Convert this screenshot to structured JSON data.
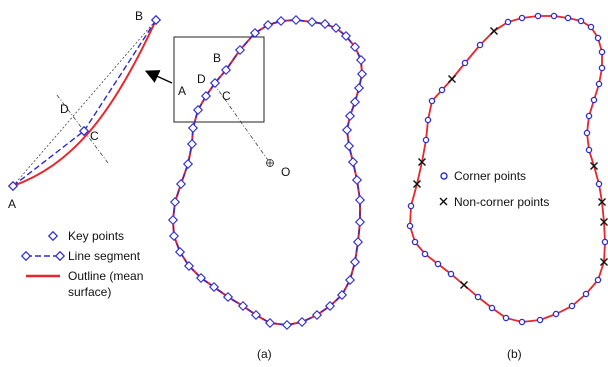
{
  "panel_a": {
    "caption": "(a)",
    "labels": {
      "A": "A",
      "B": "B",
      "C": "C",
      "D": "D",
      "O": "O"
    },
    "legend": {
      "key_points": "Key points",
      "line_segment": "Line segment",
      "outline_line1": "Outline (mean",
      "outline_line2": "surface)"
    }
  },
  "panel_b": {
    "caption": "(b)",
    "legend": {
      "corner": "Corner points",
      "non_corner": "Non-corner points"
    }
  },
  "colors": {
    "outline": "#e8262b",
    "keypoint": "#2b2bd6",
    "dashed_line": "#2b2bd6",
    "guide": "#333333"
  }
}
